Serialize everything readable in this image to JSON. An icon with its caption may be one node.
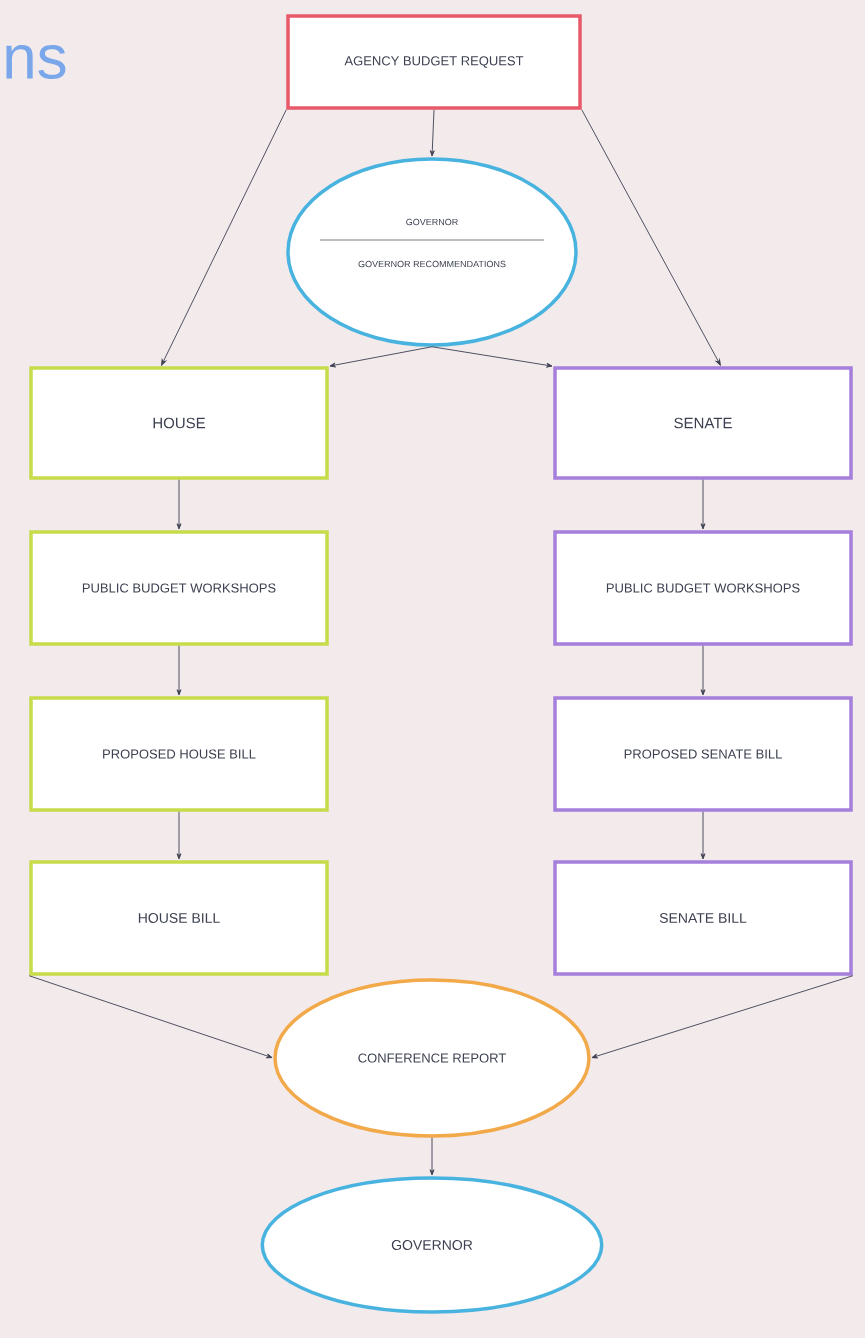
{
  "diagram": {
    "title": "ns",
    "nodes": [
      {
        "text": [
          "AGENCY BUDGET REQUEST"
        ]
      },
      {
        "text": [
          "GOVERNOR",
          "GOVERNOR RECOMMENDATIONS"
        ]
      },
      {
        "text": [
          "HOUSE"
        ]
      },
      {
        "text": [
          "SENATE"
        ]
      },
      {
        "text": [
          "PUBLIC BUDGET WORKSHOPS"
        ]
      },
      {
        "text": [
          "PUBLIC BUDGET WORKSHOPS"
        ]
      },
      {
        "text": [
          "PROPOSED HOUSE BILL"
        ]
      },
      {
        "text": [
          "PROPOSED SENATE BILL"
        ]
      },
      {
        "text": [
          "HOUSE BILL"
        ]
      },
      {
        "text": [
          "SENATE BILL"
        ]
      },
      {
        "text": [
          "CONFERENCE REPORT"
        ]
      },
      {
        "text": [
          "GOVERNOR"
        ]
      }
    ],
    "edges": [
      {
        "from": 0,
        "to": 1,
        "arrow": "to"
      },
      {
        "from": 0,
        "to": 2,
        "arrow": "to"
      },
      {
        "from": 0,
        "to": 3,
        "arrow": "to"
      },
      {
        "from": 1,
        "to": 2,
        "arrow": "to"
      },
      {
        "from": 1,
        "to": 3,
        "arrow": "to"
      },
      {
        "from": 2,
        "to": 4,
        "arrow": "to"
      },
      {
        "from": 4,
        "to": 6,
        "arrow": "to"
      },
      {
        "from": 6,
        "to": 8,
        "arrow": "to"
      },
      {
        "from": 3,
        "to": 5,
        "arrow": "to"
      },
      {
        "from": 5,
        "to": 7,
        "arrow": "to"
      },
      {
        "from": 7,
        "to": 9,
        "arrow": "to"
      },
      {
        "from": 8,
        "to": 10,
        "arrow": "to"
      },
      {
        "from": 9,
        "to": 10,
        "arrow": "to"
      },
      {
        "from": 10,
        "to": 11,
        "arrow": "to"
      }
    ]
  }
}
